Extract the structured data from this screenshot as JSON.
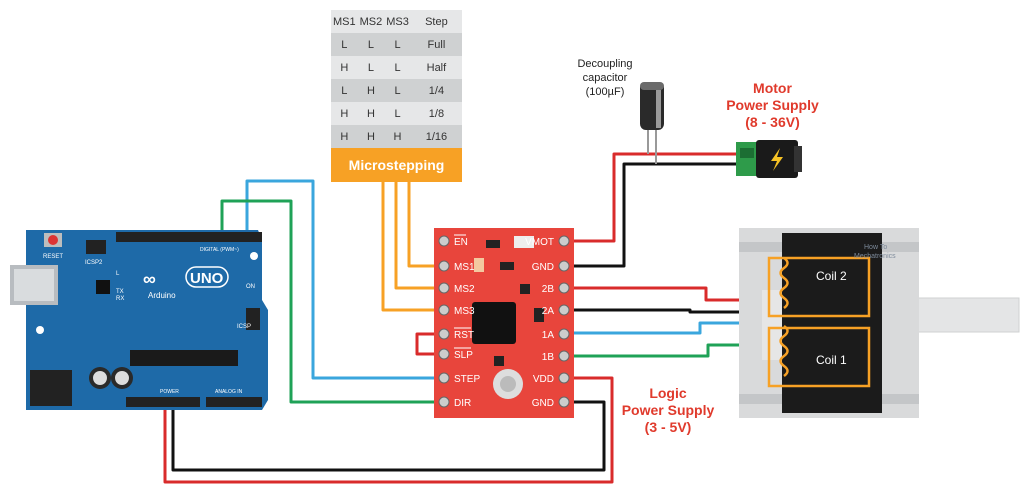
{
  "microstepping_table": {
    "headers": [
      "MS1",
      "MS2",
      "MS3",
      "Step"
    ],
    "rows": [
      [
        "L",
        "L",
        "L",
        "Full"
      ],
      [
        "H",
        "L",
        "L",
        "Half"
      ],
      [
        "L",
        "H",
        "L",
        "1/4"
      ],
      [
        "H",
        "H",
        "L",
        "1/8"
      ],
      [
        "H",
        "H",
        "H",
        "1/16"
      ]
    ],
    "footer": "Microstepping"
  },
  "capacitor": {
    "line1": "Decoupling",
    "line2": "capacitor",
    "line3": "(100µF)"
  },
  "motor_supply": {
    "line1": "Motor",
    "line2": "Power Supply",
    "line3": "(8 - 36V)"
  },
  "logic_supply": {
    "line1": "Logic",
    "line2": "Power Supply",
    "line3": "(3 - 5V)"
  },
  "driver_pins_left": [
    "EN",
    "MS1",
    "MS2",
    "MS3",
    "RST",
    "SLP",
    "STEP",
    "DIR"
  ],
  "driver_pins_right": [
    "VMOT",
    "GND",
    "2B",
    "2A",
    "1A",
    "1B",
    "VDD",
    "GND"
  ],
  "stepper": {
    "coil1": "Coil 1",
    "coil2": "Coil 2"
  },
  "arduino": {
    "brand": "Arduino",
    "model": "UNO",
    "reset": "RESET",
    "icsp2": "ICSP2",
    "icsp": "ICSP",
    "tx": "TX",
    "rx": "RX",
    "l": "L",
    "on": "ON",
    "digital": "DIGITAL (PWM~)",
    "power": "POWER",
    "analog": "ANALOG IN"
  },
  "watermark": {
    "line1": "How To",
    "line2": "Mechatronics"
  },
  "colors": {
    "red_wire": "#d92b2b",
    "black_wire": "#111111",
    "blue_wire": "#3aa6dd",
    "green_wire": "#1fa257",
    "orange_wire": "#f7a125",
    "board_blue": "#1e6aa8",
    "driver_red": "#e8453c"
  }
}
